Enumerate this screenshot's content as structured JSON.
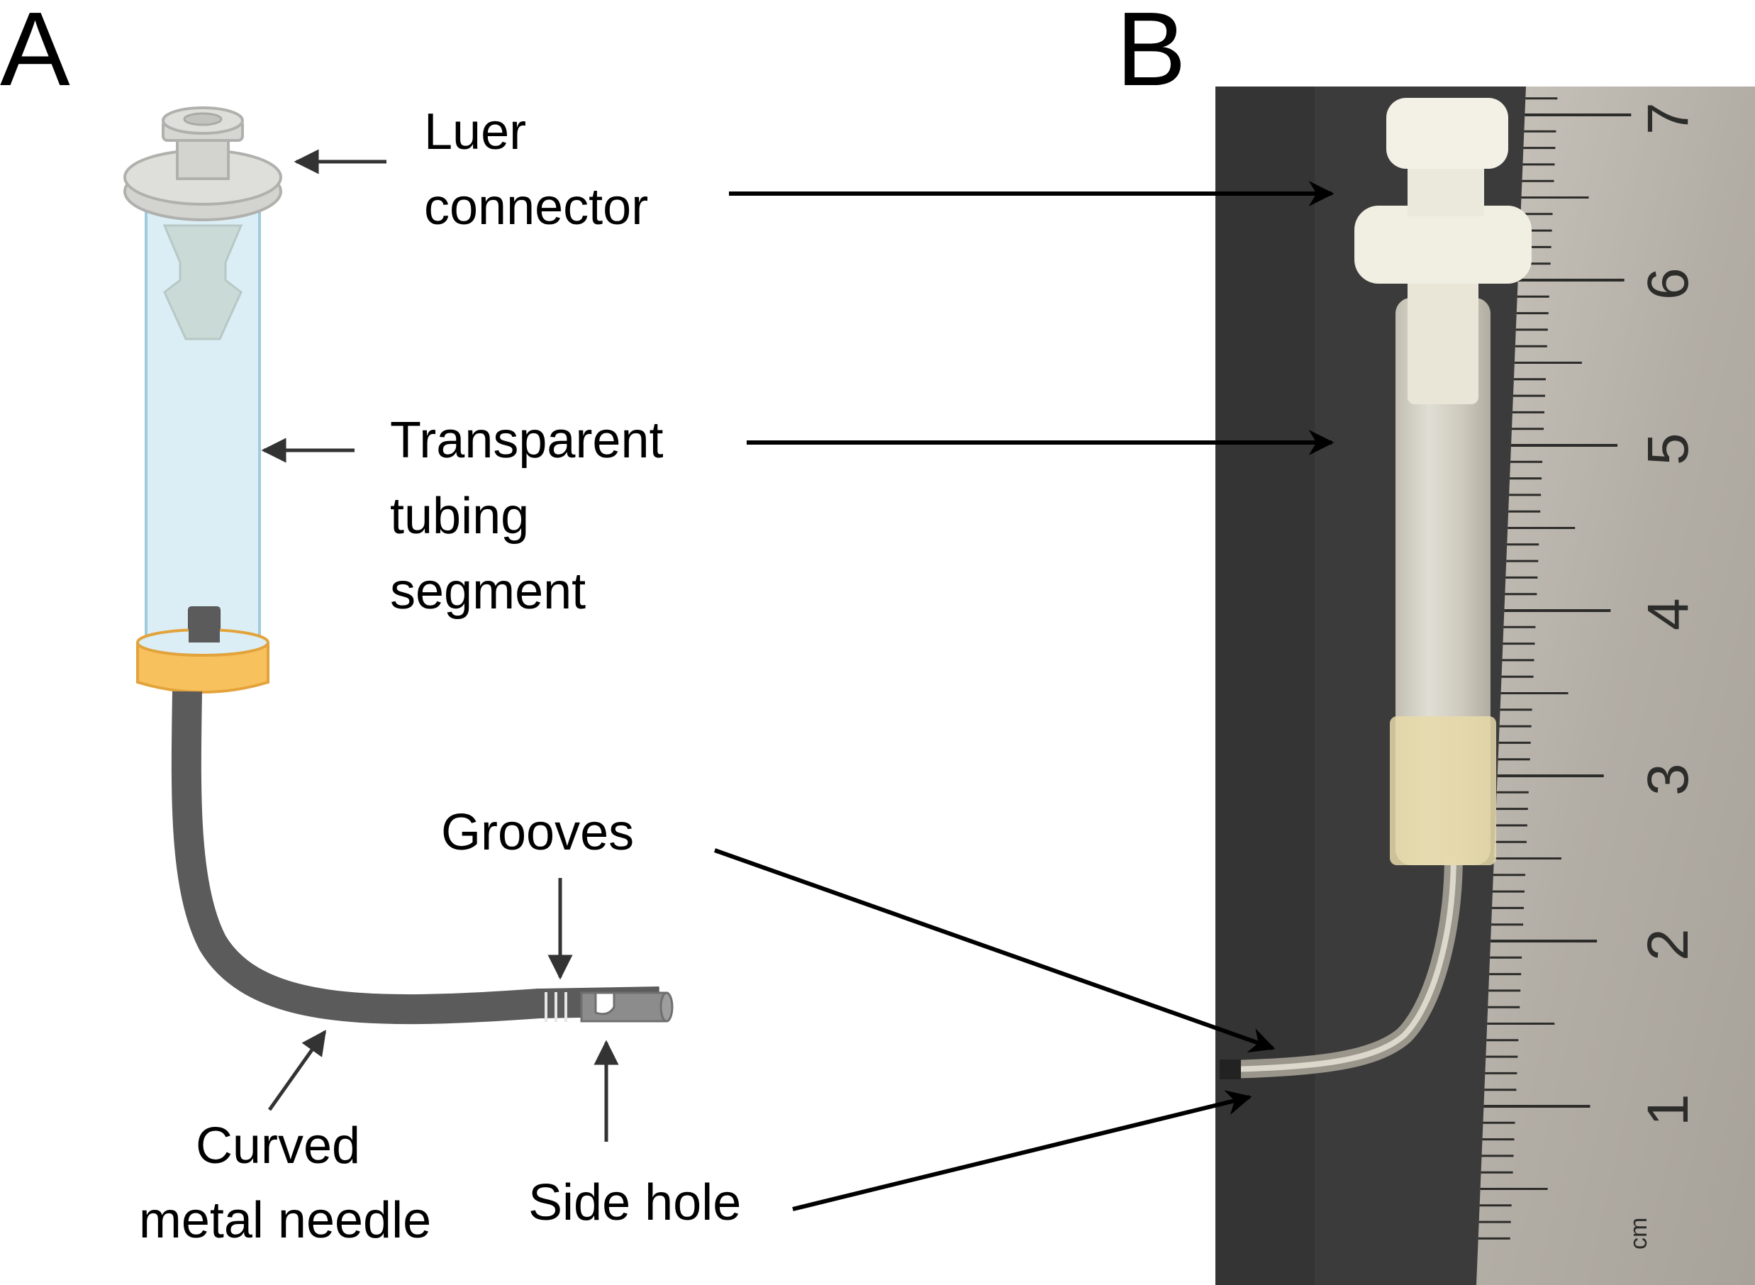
{
  "panels": {
    "a": {
      "letter": "A"
    },
    "b": {
      "letter": "B"
    }
  },
  "labels_a": {
    "luer_connector": [
      "Luer",
      "connector"
    ],
    "transparent_tubing": [
      "Transparent",
      "tubing",
      "segment"
    ],
    "grooves": [
      "Grooves"
    ],
    "curved_needle": [
      "Curved",
      "metal needle"
    ],
    "side_hole": [
      "Side hole"
    ]
  },
  "ruler": {
    "numbers": [
      "1",
      "2",
      "3",
      "4",
      "5",
      "6",
      "7"
    ],
    "unit": "cm"
  },
  "colors": {
    "tubing_fill": "#dbeef6",
    "tubing_stroke": "#9fcbdd",
    "connector_fill": "#d3d3d0",
    "collar_fill": "#f7c15e",
    "needle": "#5b5b5b",
    "photo_background": "#3b3b3c",
    "ruler_steel": "#b9b4ac"
  }
}
